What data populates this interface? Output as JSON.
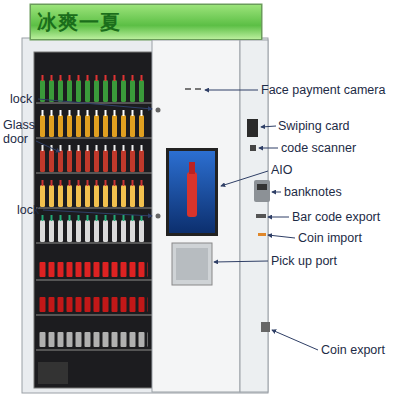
{
  "diagram": {
    "nodes": [
      {
        "text": [
          "冰爽一夏"
        ]
      }
    ],
    "labels": [
      "lock",
      "Glass door",
      "lock",
      "Face payment camera",
      "Swiping card",
      "code scanner",
      "AIO",
      "banknotes",
      "Bar code export",
      "Coin import",
      "Pick up port",
      "Coin export"
    ]
  }
}
